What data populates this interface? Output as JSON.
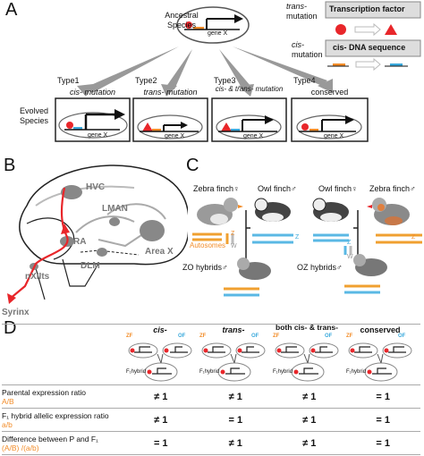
{
  "panels": {
    "a": "A",
    "b": "B",
    "c": "C",
    "d": "D"
  },
  "panelA": {
    "ancestral": [
      "Ancestral",
      "Species"
    ],
    "gene": "gene X",
    "legend": {
      "trans_label": [
        "trans-",
        "mutation"
      ],
      "trans_box": "Transcription factor",
      "cis_label": [
        "cis-",
        "mutation"
      ],
      "cis_box": "cis- DNA sequence"
    },
    "evolved": [
      "Evolved",
      "Species"
    ],
    "types": [
      {
        "type": "Type1",
        "desc": "cis- mutation"
      },
      {
        "type": "Type2",
        "desc": "trans- mutation"
      },
      {
        "type": "Type3",
        "desc": "cis- & trans- mutation"
      },
      {
        "type": "Type4",
        "desc": "conserved"
      }
    ],
    "colors": {
      "red": "#e8262a",
      "orange": "#f28c28",
      "blue": "#3aa9dc"
    }
  },
  "panelB": {
    "regions": [
      "HVC",
      "LMAN",
      "RA",
      "Area X",
      "DLM",
      "nXIIts",
      "Syrinx"
    ]
  },
  "panelC": {
    "zebra_female": "Zebra finch♀",
    "owl_male": "Owl finch♂",
    "owl_female": "Owl finch♀",
    "zebra_male": "Zebra finch♂",
    "autosomes": "Autosomes",
    "z": "Z",
    "w": "W",
    "zo_hybrids": "ZO hybrids♂",
    "oz_hybrids": "OZ hybrids♂"
  },
  "panelD": {
    "columns": [
      "cis-",
      "trans-",
      "both cis- & trans-",
      "conserved"
    ],
    "zf": "ZF",
    "of": "OF",
    "f1": "F₁hybrid",
    "rows": [
      {
        "label": "Parental expression ratio",
        "sub": "A/B",
        "values": [
          "≠ 1",
          "≠ 1",
          "≠ 1",
          "= 1"
        ]
      },
      {
        "label": "F₁ hybrid allelic expression ratio",
        "sub": "a/b",
        "values": [
          "≠ 1",
          "= 1",
          "≠ 1",
          "= 1"
        ]
      },
      {
        "label": "Difference between P and F₁",
        "sub": "(A/B) /(a/b)",
        "values": [
          "= 1",
          "≠ 1",
          "≠ 1",
          "= 1"
        ]
      }
    ]
  }
}
